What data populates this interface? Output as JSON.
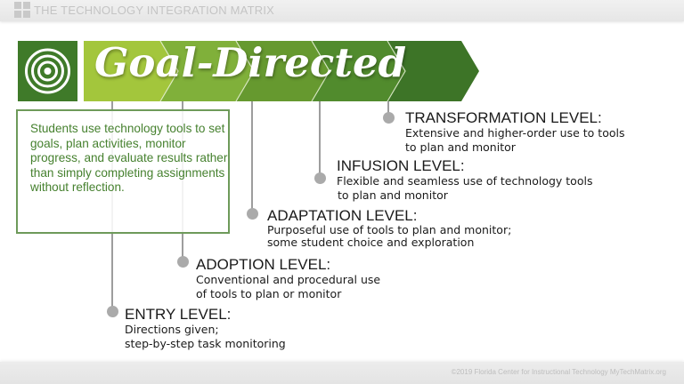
{
  "header": {
    "title": "THE TECHNOLOGY INTEGRATION MATRIX",
    "logo_icon": "grid-logo-icon"
  },
  "banner": {
    "icon": "target-icon",
    "title": "Goal-Directed",
    "segment_colors": [
      "#a3c63c",
      "#80b03a",
      "#62962f",
      "#4f8a2d",
      "#3d7427"
    ]
  },
  "description": {
    "text": "Students use technology tools to set goals, plan activities, monitor progress, and evaluate results rather than simply completing assignments without reflection.",
    "text_color": "#46812f",
    "border_color": "#6e9a5a"
  },
  "levels": [
    {
      "name": "ENTRY LEVEL:",
      "line1": "Directions given;",
      "line2": "step-by-step task monitoring"
    },
    {
      "name": "ADOPTION LEVEL:",
      "line1": "Conventional and procedural use",
      "line2": "of tools to plan or monitor"
    },
    {
      "name": "ADAPTATION LEVEL:",
      "line1": "Purposeful use of tools to plan and monitor;",
      "line2": "some student choice and exploration"
    },
    {
      "name": "INFUSION LEVEL:",
      "line1": "Flexible and seamless use of technology tools",
      "line2": "to plan and monitor"
    },
    {
      "name": "TRANSFORMATION LEVEL:",
      "line1": "Extensive and higher-order use to tools",
      "line2": "to plan and monitor"
    }
  ],
  "footer": {
    "copyright": "©2019 Florida Center for Instructional Technology  MyTechMatrix.org"
  }
}
